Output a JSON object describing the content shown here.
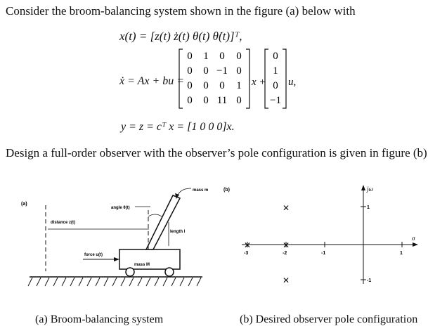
{
  "problem": {
    "intro": "Consider the broom-balancing system shown in the figure (a) below with",
    "state_eq": "x(t) = [z(t)  ż(t)  θ(t)  θ̇(t)]ᵀ,",
    "state_eq_lhs": "ẋ = Ax + bu =",
    "matrix_A": [
      [
        "0",
        "1",
        "0",
        "0"
      ],
      [
        "0",
        "0",
        "−1",
        "0"
      ],
      [
        "0",
        "0",
        "0",
        "1"
      ],
      [
        "0",
        "0",
        "11",
        "0"
      ]
    ],
    "x_symbol": "x +",
    "vector_b": [
      "0",
      "1",
      "0",
      "−1"
    ],
    "u_symbol": "u,",
    "output_eq": "y = z = cᵀ x = [1  0  0  0]x.",
    "task": "Design a full-order observer with the observer’s pole configuration is given in figure (b)."
  },
  "figure_a": {
    "tag": "(a)",
    "label_mass_m": "mass m",
    "label_angle": "angle θ(t)",
    "label_distance": "distance  z(t)",
    "label_length": "length l",
    "label_force": "force u(t)",
    "label_mass_M": "mass M",
    "caption": "(a) Broom-balancing system"
  },
  "figure_b": {
    "tag": "(b)",
    "axis_jw": "jω",
    "axis_sigma": "σ",
    "tick_labels": [
      "-3",
      "-2",
      "-1",
      "1",
      "1",
      "-1"
    ],
    "caption": "(b) Desired observer pole configuration"
  }
}
